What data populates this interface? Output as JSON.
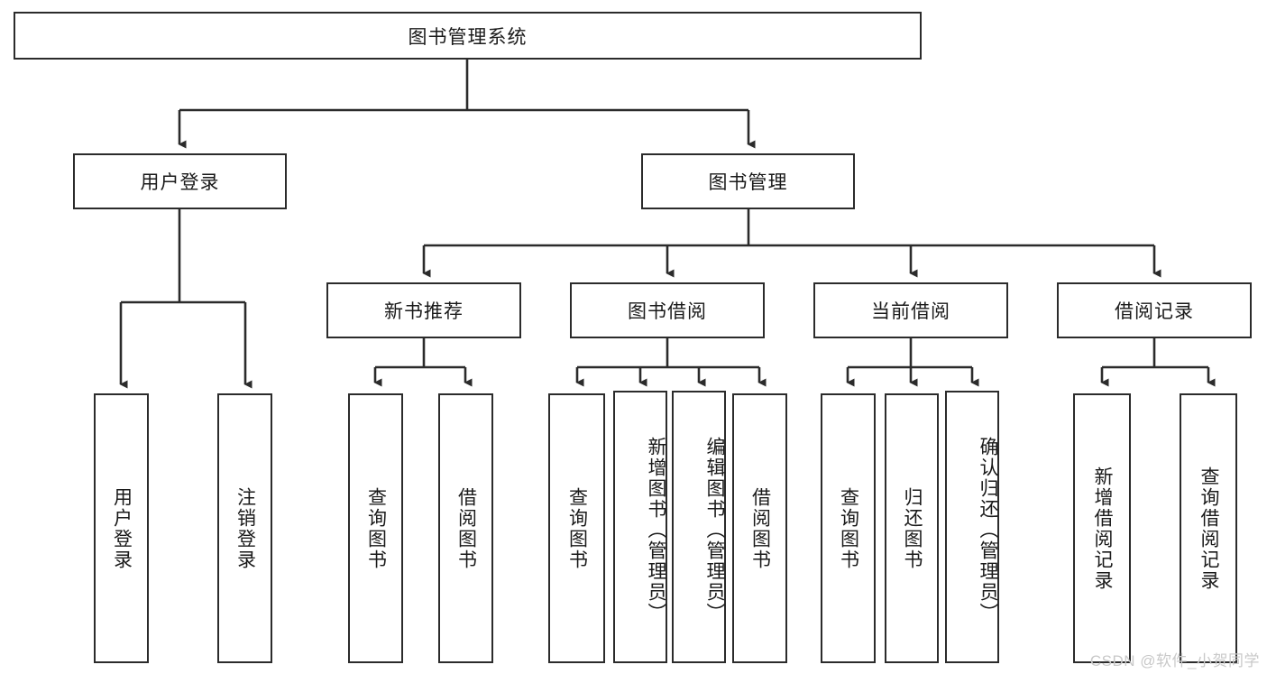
{
  "diagram": {
    "title": "图书管理系统",
    "type": "tree",
    "orientation": "top-down",
    "edge_style": "orthogonal-arrow",
    "colors": {
      "box_border": "#2b2b2b",
      "box_fill": "#ffffff",
      "edge": "#2b2b2b",
      "text": "#1a1a1a",
      "watermark": "#c9c9c9"
    }
  },
  "root": {
    "label": "图书管理系统"
  },
  "level2": [
    {
      "id": "user-login",
      "label": "用户登录"
    },
    {
      "id": "book-manage",
      "label": "图书管理"
    }
  ],
  "level3": [
    {
      "id": "new-book-recommend",
      "label": "新书推荐"
    },
    {
      "id": "book-borrow",
      "label": "图书借阅"
    },
    {
      "id": "current-borrow",
      "label": "当前借阅"
    },
    {
      "id": "borrow-record",
      "label": "借阅记录"
    }
  ],
  "leaves": {
    "user_login": [
      {
        "id": "leaf-user-login",
        "label": "用户登录"
      },
      {
        "id": "leaf-logout-login",
        "label": "注销登录"
      }
    ],
    "new_book_recommend": [
      {
        "id": "leaf-query-book-1",
        "label": "查询图书"
      },
      {
        "id": "leaf-borrow-book-1",
        "label": "借阅图书"
      }
    ],
    "book_borrow": [
      {
        "id": "leaf-query-book-2",
        "label": "查询图书"
      },
      {
        "id": "leaf-add-book-admin",
        "label": "新增图书（管理员）"
      },
      {
        "id": "leaf-edit-book-admin",
        "label": "编辑图书（管理员）"
      },
      {
        "id": "leaf-borrow-book-2",
        "label": "借阅图书"
      }
    ],
    "current_borrow": [
      {
        "id": "leaf-query-book-3",
        "label": "查询图书"
      },
      {
        "id": "leaf-return-book",
        "label": "归还图书"
      },
      {
        "id": "leaf-confirm-return-admin",
        "label": "确认归还（管理员）"
      }
    ],
    "borrow_record": [
      {
        "id": "leaf-add-borrow-record",
        "label": "新增借阅记录"
      },
      {
        "id": "leaf-query-borrow-record",
        "label": "查询借阅记录"
      }
    ]
  },
  "watermark": {
    "text": "CSDN @软件_小贺同学"
  }
}
